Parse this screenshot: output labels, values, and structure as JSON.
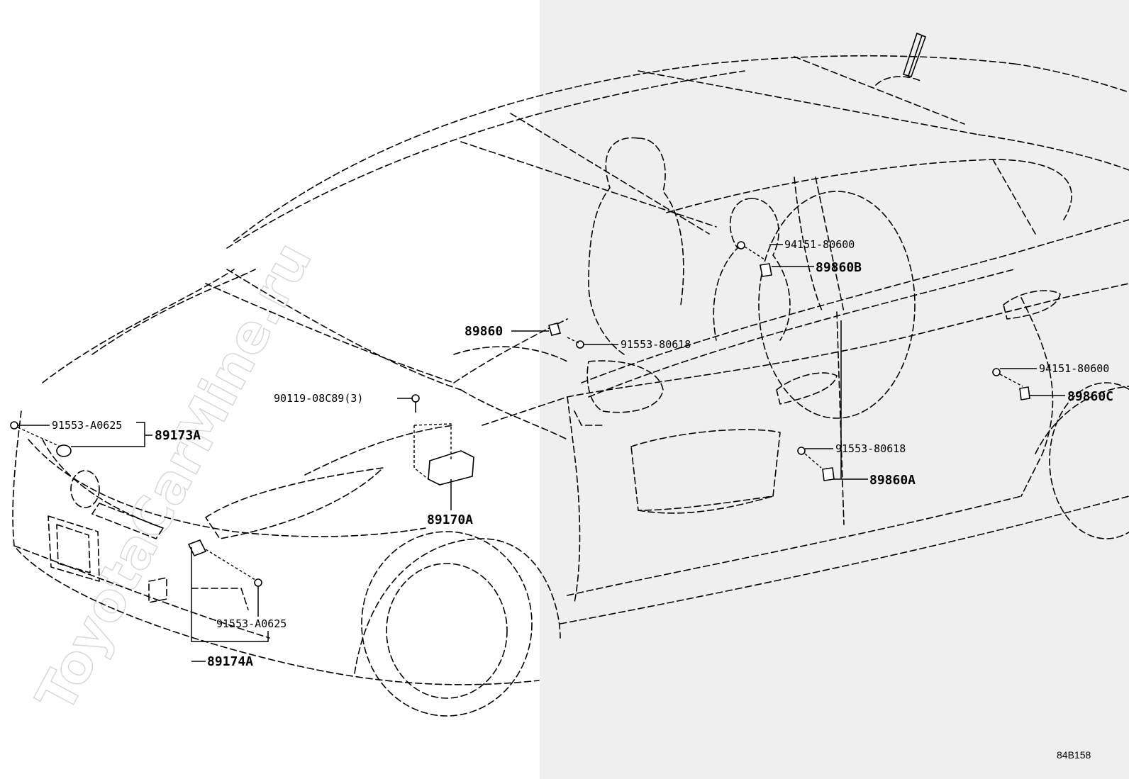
{
  "watermark": "ToyotaCarMine.ru",
  "diagram_code": "84B158",
  "parts": {
    "p89860": "89860",
    "p91553_80618_top": "91553-80618",
    "p94151_80600_top": "94151-80600",
    "p89860B": "89860B",
    "p94151_80600_right": "94151-80600",
    "p89860C": "89860C",
    "p90119": "90119-08C89(3)",
    "p91553_A0625_left": "91553-A0625",
    "p89173A": "89173A",
    "p91553_80618_door": "91553-80618",
    "p89860A": "89860A",
    "p89170A": "89170A",
    "p91553_A0625_bottom": "91553-A0625",
    "p89174A": "89174A"
  },
  "colors": {
    "shade": "#efefef",
    "line": "#000000",
    "watermark": "#d6d6d6"
  }
}
